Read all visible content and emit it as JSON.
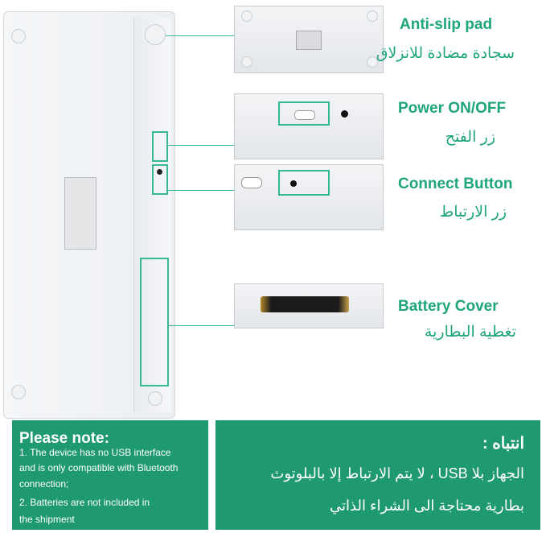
{
  "labels": {
    "anti_slip_en": "Anti-slip pad",
    "anti_slip_ar": "سجادة مضادة للانزلاق",
    "power_en": "Power ON/OFF",
    "power_ar": "زر الفتح",
    "connect_en": "Connect Button",
    "connect_ar": "زر الارتباط",
    "battery_en": "Battery Cover",
    "battery_ar": "تغطية البطارية"
  },
  "note_en": {
    "title": "Please note:",
    "line1": "1. The device has no USB interface",
    "line2": "and is only compatible with Bluetooth",
    "line3": "connection;",
    "line4": "2. Batteries are not included in",
    "line5": "the shipment"
  },
  "note_ar": {
    "title": "انتباه :",
    "line1": "الجهاز بلا USB ، لا يتم الارتباط إلا بالبلوتوث",
    "line2": "بطارية محتاجة الى الشراء الذاتي"
  },
  "colors": {
    "accent": "#1fa57c",
    "note_bg": "#1e9a6e"
  }
}
